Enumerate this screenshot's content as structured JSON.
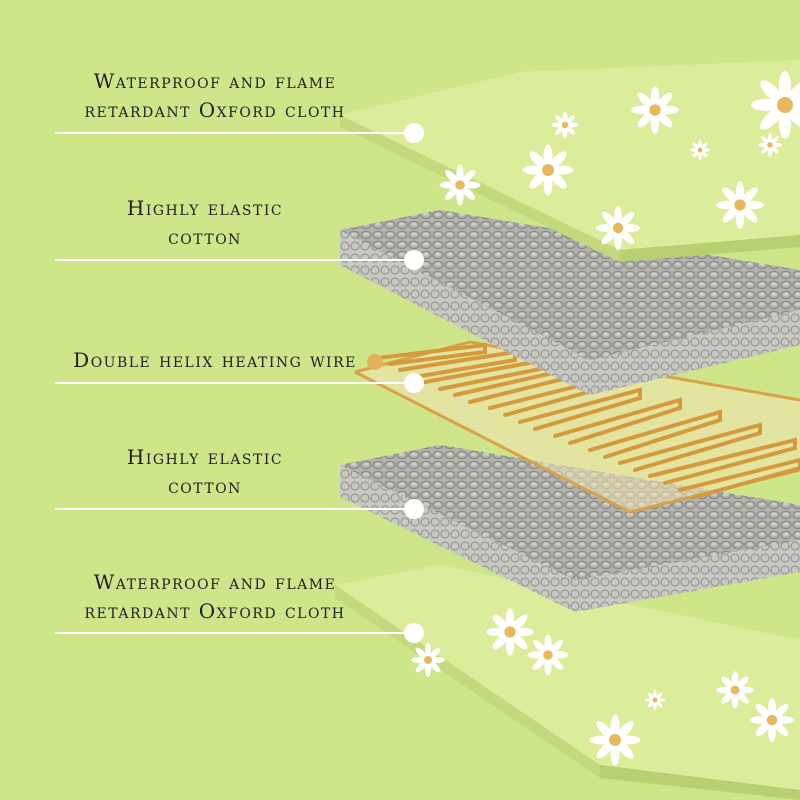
{
  "background_color": "#cfe58a",
  "layers": [
    {
      "id": "top-oxford",
      "lines": [
        "Waterproof and flame",
        "retardant Oxford cloth"
      ],
      "color": "#dbed9a"
    },
    {
      "id": "top-cotton",
      "lines": [
        "Highly elastic",
        "cotton"
      ],
      "color": "#a8a8a3"
    },
    {
      "id": "heating-wire",
      "lines": [
        "Double helix heating wire"
      ],
      "color": "#d9a24a"
    },
    {
      "id": "bottom-cotton",
      "lines": [
        "Highly elastic",
        "cotton"
      ],
      "color": "#a8a8a3"
    },
    {
      "id": "bottom-oxford",
      "lines": [
        "Waterproof and flame",
        "retardant Oxford cloth"
      ],
      "color": "#dbed9a"
    }
  ],
  "icons": [
    "daisy-icon",
    "callout-dot-icon"
  ]
}
